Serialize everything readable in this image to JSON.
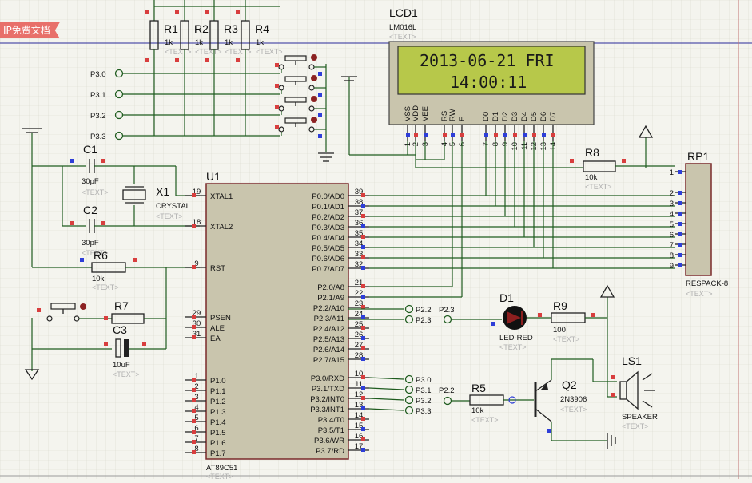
{
  "watermark": "IP免费文档",
  "lcd": {
    "ref": "LCD1",
    "model": "LM016L",
    "text_tag": "<TEXT>",
    "line1": "2013-06-21 FRI",
    "line2": "14:00:11",
    "pins": [
      "VSS",
      "VDD",
      "VEE",
      "RS",
      "RW",
      "E",
      "D0",
      "D1",
      "D2",
      "D3",
      "D4",
      "D5",
      "D6",
      "D7"
    ],
    "pin_numbers": [
      "1",
      "2",
      "3",
      "4",
      "5",
      "6",
      "7",
      "8",
      "9",
      "10",
      "11",
      "12",
      "13",
      "14"
    ],
    "bg_color": "#b7c84a"
  },
  "mcu": {
    "ref": "U1",
    "model": "AT89C51",
    "text_tag": "<TEXT>",
    "left_pins": [
      {
        "num": "19",
        "name": "XTAL1"
      },
      {
        "num": "18",
        "name": "XTAL2"
      },
      {
        "num": "9",
        "name": "RST"
      },
      {
        "num": "29",
        "name": "PSEN"
      },
      {
        "num": "30",
        "name": "ALE"
      },
      {
        "num": "31",
        "name": "EA"
      },
      {
        "num": "1",
        "name": "P1.0"
      },
      {
        "num": "2",
        "name": "P1.1"
      },
      {
        "num": "3",
        "name": "P1.2"
      },
      {
        "num": "4",
        "name": "P1.3"
      },
      {
        "num": "5",
        "name": "P1.4"
      },
      {
        "num": "6",
        "name": "P1.5"
      },
      {
        "num": "7",
        "name": "P1.6"
      },
      {
        "num": "8",
        "name": "P1.7"
      }
    ],
    "right_pins": [
      {
        "num": "39",
        "name": "P0.0/AD0"
      },
      {
        "num": "38",
        "name": "P0.1/AD1"
      },
      {
        "num": "37",
        "name": "P0.2/AD2"
      },
      {
        "num": "36",
        "name": "P0.3/AD3"
      },
      {
        "num": "35",
        "name": "P0.4/AD4"
      },
      {
        "num": "34",
        "name": "P0.5/AD5"
      },
      {
        "num": "33",
        "name": "P0.6/AD6"
      },
      {
        "num": "32",
        "name": "P0.7/AD7"
      },
      {
        "num": "21",
        "name": "P2.0/A8"
      },
      {
        "num": "22",
        "name": "P2.1/A9"
      },
      {
        "num": "23",
        "name": "P2.2/A10"
      },
      {
        "num": "24",
        "name": "P2.3/A11"
      },
      {
        "num": "25",
        "name": "P2.4/A12"
      },
      {
        "num": "26",
        "name": "P2.5/A13"
      },
      {
        "num": "27",
        "name": "P2.6/A14"
      },
      {
        "num": "28",
        "name": "P2.7/A15"
      },
      {
        "num": "10",
        "name": "P3.0/RXD"
      },
      {
        "num": "11",
        "name": "P3.1/TXD"
      },
      {
        "num": "12",
        "name": "P3.2/INT0"
      },
      {
        "num": "13",
        "name": "P3.3/INT1"
      },
      {
        "num": "14",
        "name": "P3.4/T0"
      },
      {
        "num": "15",
        "name": "P3.5/T1"
      },
      {
        "num": "16",
        "name": "P3.6/WR"
      },
      {
        "num": "17",
        "name": "P3.7/RD"
      }
    ]
  },
  "pullups": [
    {
      "ref": "R1",
      "value": "1k",
      "tag": "<TEXT>"
    },
    {
      "ref": "R2",
      "value": "1k",
      "tag": "<TEXT>"
    },
    {
      "ref": "R3",
      "value": "1k",
      "tag": "<TEXT>"
    },
    {
      "ref": "R4",
      "value": "1k",
      "tag": "<TEXT>"
    }
  ],
  "key_ports": [
    "P3.0",
    "P3.1",
    "P3.2",
    "P3.3"
  ],
  "c1": {
    "ref": "C1",
    "value": "30pF",
    "tag": "<TEXT>"
  },
  "c2": {
    "ref": "C2",
    "value": "30pF",
    "tag": "<TEXT>"
  },
  "x1": {
    "ref": "X1",
    "value": "CRYSTAL",
    "tag": "<TEXT>"
  },
  "r6": {
    "ref": "R6",
    "value": "10k",
    "tag": "<TEXT>"
  },
  "r7": {
    "ref": "R7"
  },
  "c3": {
    "ref": "C3",
    "value": "10uF",
    "tag": "<TEXT>"
  },
  "r8": {
    "ref": "R8",
    "value": "10k",
    "tag": "<TEXT>"
  },
  "rp1": {
    "ref": "RP1",
    "model": "RESPACK-8",
    "tag": "<TEXT>",
    "pins": [
      "1",
      "2",
      "3",
      "4",
      "5",
      "6",
      "7",
      "8",
      "9"
    ]
  },
  "d1": {
    "ref": "D1",
    "model": "LED-RED",
    "tag": "<TEXT>"
  },
  "r9": {
    "ref": "R9",
    "value": "100",
    "tag": "<TEXT>"
  },
  "r5": {
    "ref": "R5",
    "value": "10k",
    "tag": "<TEXT>"
  },
  "q2": {
    "ref": "Q2",
    "model": "2N3906",
    "tag": "<TEXT>"
  },
  "ls1": {
    "ref": "LS1",
    "model": "SPEAKER",
    "tag": "<TEXT>"
  },
  "net_labels": {
    "p22_left": "P2.2",
    "p23_left": "P2.3",
    "p22_right": "P2.2",
    "p23_right": "P2.3",
    "p30": "P3.0",
    "p31": "P3.1",
    "p32": "P3.2",
    "p33": "P3.3",
    "r5_in": "P2.2"
  }
}
